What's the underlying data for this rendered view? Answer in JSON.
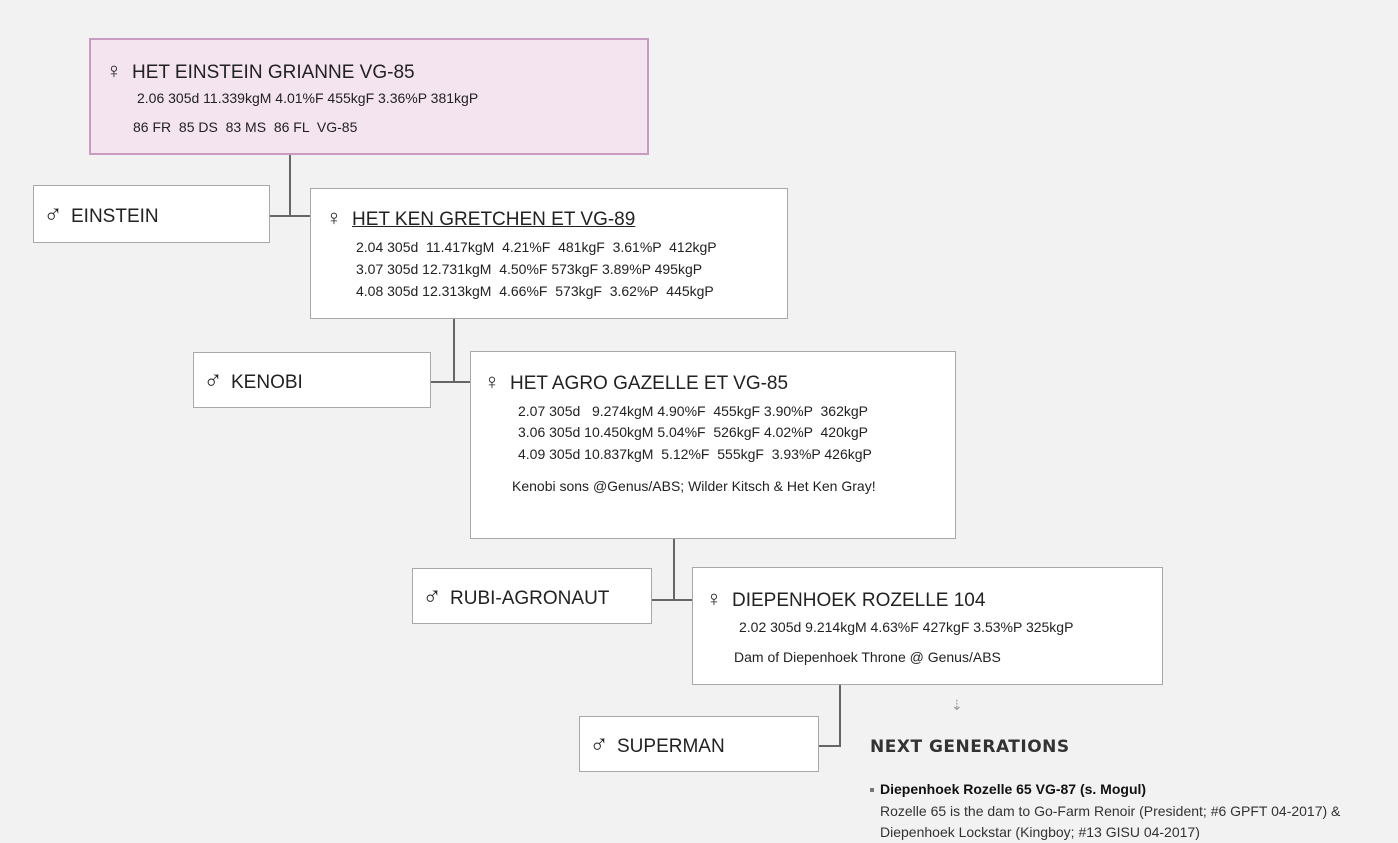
{
  "dams": [
    {
      "name": "HET EINSTEIN GRIANNE VG-85",
      "lines": [
        "2.06 305d 11.339kgM 4.01%F 455kgF 3.36%P 381kgP",
        "86 FR  85 DS  83 MS  86 FL  VG-85"
      ],
      "note": ""
    },
    {
      "name": "HET KEN GRETCHEN ET VG-89",
      "lines": [
        "2.04 305d  11.417kgM  4.21%F  481kgF  3.61%P  412kgP",
        "3.07 305d 12.731kgM  4.50%F 573kgF 3.89%P 495kgP",
        "4.08 305d 12.313kgM  4.66%F  573kgF  3.62%P  445kgP"
      ],
      "note": ""
    },
    {
      "name": "HET AGRO GAZELLE ET VG-85",
      "lines": [
        "2.07 305d   9.274kgM 4.90%F  455kgF 3.90%P  362kgP",
        "3.06 305d 10.450kgM 5.04%F  526kgF 4.02%P  420kgP",
        "4.09 305d 10.837kgM  5.12%F  555kgF  3.93%P 426kgP"
      ],
      "note": "Kenobi sons @Genus/ABS; Wilder Kitsch & Het Ken Gray!"
    },
    {
      "name": "DIEPENHOEK ROZELLE 104",
      "lines": [
        "2.02 305d 9.214kgM 4.63%F 427kgF 3.53%P 325kgP"
      ],
      "note": "Dam of Diepenhoek Throne @ Genus/ABS"
    }
  ],
  "sires": [
    "EINSTEIN",
    "KENOBI",
    "RUBI-AGRONAUT",
    "SUPERMAN"
  ],
  "icons": {
    "female": "♀",
    "male": "♂",
    "down_arrow": "⇣"
  },
  "next_generations": {
    "title": "NEXT GENERATIONS",
    "items": [
      {
        "name": "Diepenhoek Rozelle 65 VG-87 (s. Mogul)",
        "desc": "Rozelle 65 is the dam to Go-Farm Renoir (President; #6 GPFT 04-2017) & Diepenhoek Lockstar (Kingboy; #13 GISU 04-2017)"
      }
    ]
  },
  "colors": {
    "highlight_bg": "#f3e4ef",
    "highlight_border": "#c89cc0",
    "box_border": "#a8a8a8",
    "page_bg": "#f2f2f2"
  }
}
